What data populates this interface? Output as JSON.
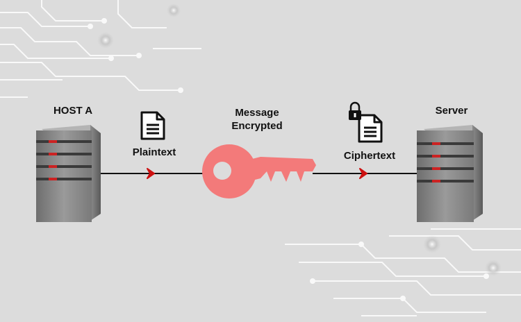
{
  "host": {
    "label": "HOST A"
  },
  "server": {
    "label": "Server"
  },
  "plaintext": {
    "label": "Plaintext"
  },
  "ciphertext": {
    "label": "Ciphertext"
  },
  "message": {
    "line1": "Message",
    "line2": "Encrypted"
  },
  "colors": {
    "background": "#dcdcdc",
    "circuit": "#ffffff",
    "key": "#f37a7a",
    "arrow": "#cc1111",
    "line": "#111111",
    "server_body": "#8a8a8a",
    "server_led": "#cc2222"
  },
  "icons": {
    "document": "document-icon",
    "locked_document": "locked-document-icon",
    "key": "key-icon",
    "server": "server-icon"
  }
}
